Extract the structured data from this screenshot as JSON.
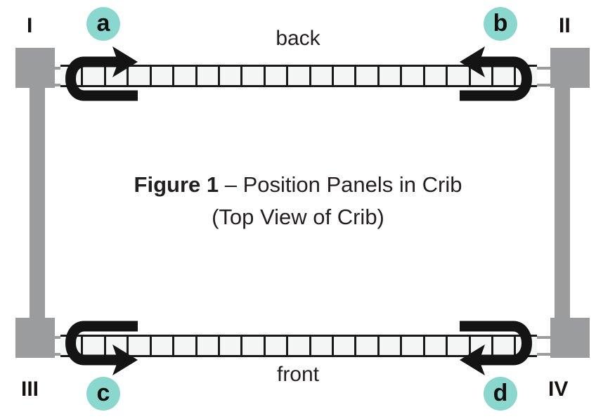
{
  "figure": {
    "caption_bold": "Figure 1",
    "caption_rest": " – Position Panels in Crib",
    "caption_line2": "(Top View of Crib)",
    "back_label": "back",
    "front_label": "front"
  },
  "colors": {
    "badge_fill": "#8ad7ce",
    "post_gray": "#9b9c9e",
    "ink": "#141414",
    "panel_fill": "#f4f5f5",
    "text": "#231f20"
  },
  "corners": [
    {
      "id": "corner-1",
      "numeral": "I"
    },
    {
      "id": "corner-2",
      "numeral": "II"
    },
    {
      "id": "corner-3",
      "numeral": "III"
    },
    {
      "id": "corner-4",
      "numeral": "IV"
    }
  ],
  "badges": [
    {
      "id": "badge-a",
      "letter": "a"
    },
    {
      "id": "badge-b",
      "letter": "b"
    },
    {
      "id": "badge-c",
      "letter": "c"
    },
    {
      "id": "badge-d",
      "letter": "d"
    }
  ],
  "panels": {
    "back_segment_count": 21,
    "front_segment_count": 21
  }
}
